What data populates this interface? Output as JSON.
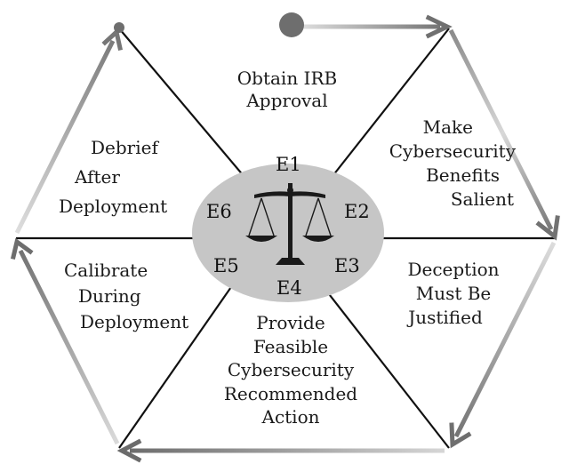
{
  "colors": {
    "background": "#ffffff",
    "center_ellipse": "#c6c6c6",
    "spoke": "#111111",
    "arrow_dark": "#707070",
    "arrow_light": "#d6d6d6",
    "start_dot": "#6e6e6e",
    "scale_icon": "#1a1a1a"
  },
  "center": {
    "icon": "balance-scale-icon",
    "ethics_labels": [
      "E1",
      "E2",
      "E3",
      "E4",
      "E5",
      "E6"
    ]
  },
  "steps": [
    {
      "id": "obtain-irb-approval",
      "lines": [
        "Obtain IRB",
        "Approval"
      ]
    },
    {
      "id": "make-cybersecurity-benefits-salient",
      "lines": [
        "Make",
        "Cybersecurity",
        "Benefits",
        "Salient"
      ]
    },
    {
      "id": "deception-must-be-justified",
      "lines": [
        "Deception",
        "Must Be",
        "Justified"
      ]
    },
    {
      "id": "provide-feasible-cybersecurity-recommended-action",
      "lines": [
        "Provide",
        "Feasible",
        "Cybersecurity",
        "Recommended",
        "Action"
      ]
    },
    {
      "id": "calibrate-during-deployment",
      "lines": [
        "Calibrate",
        "During",
        "Deployment"
      ]
    },
    {
      "id": "debrief-after-deployment",
      "lines": [
        "Debrief",
        "After",
        "Deployment"
      ]
    }
  ]
}
